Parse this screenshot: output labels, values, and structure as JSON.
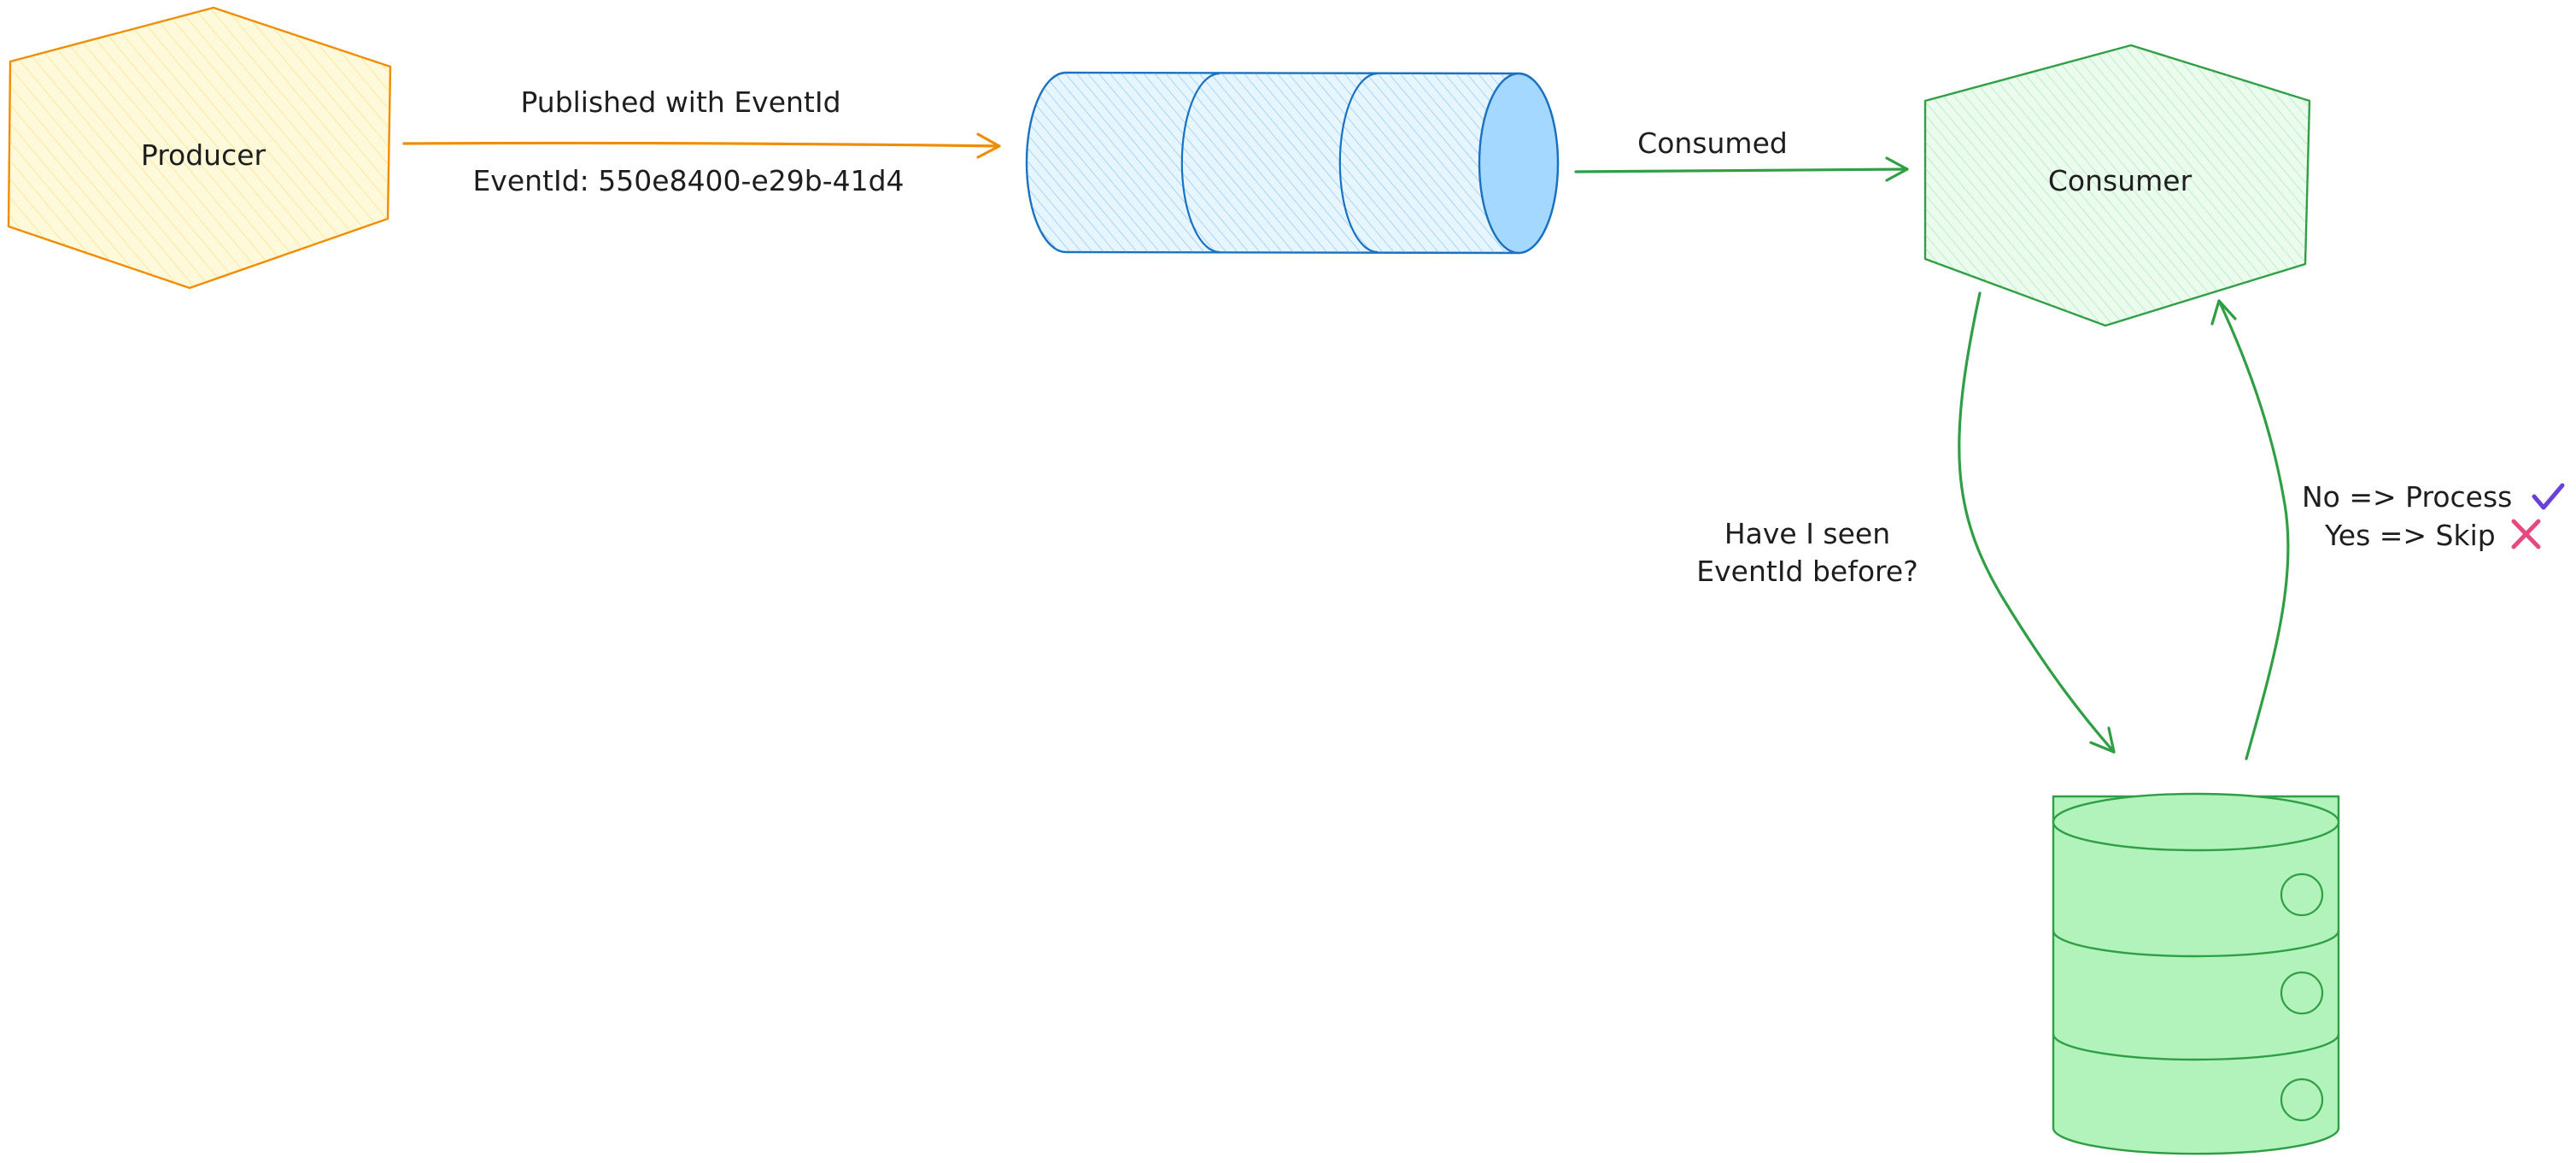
{
  "diagram": {
    "nodes": {
      "producer": {
        "label": "Producer"
      },
      "queue": {
        "label": ""
      },
      "consumer": {
        "label": "Consumer"
      },
      "database": {
        "label": ""
      }
    },
    "edges": {
      "publish": {
        "label": "Published with EventId",
        "sublabel": "EventId: 550e8400-e29b-41d4"
      },
      "consume": {
        "label": "Consumed"
      },
      "check": {
        "label_line1": "Have I seen",
        "label_line2": "EventId before?"
      },
      "result": {
        "line1": "No => Process",
        "line2": "Yes => Skip",
        "line1_icon": "check-mark-icon",
        "line2_icon": "cross-mark-icon"
      }
    },
    "colors": {
      "producer_stroke": "#f08c00",
      "producer_fill": "#fff9db",
      "queue_stroke": "#1971c2",
      "queue_fill": "#e7f5ff",
      "queue_cap": "#a5d8ff",
      "consumer_stroke": "#2f9e44",
      "consumer_fill": "#ebfbee",
      "db_stroke": "#2f9e44",
      "db_fill": "#b2f2bb",
      "orange_arrow": "#f08c00",
      "green_arrow": "#2f9e44",
      "check_color": "#6741d9",
      "cross_color": "#e64980"
    }
  }
}
